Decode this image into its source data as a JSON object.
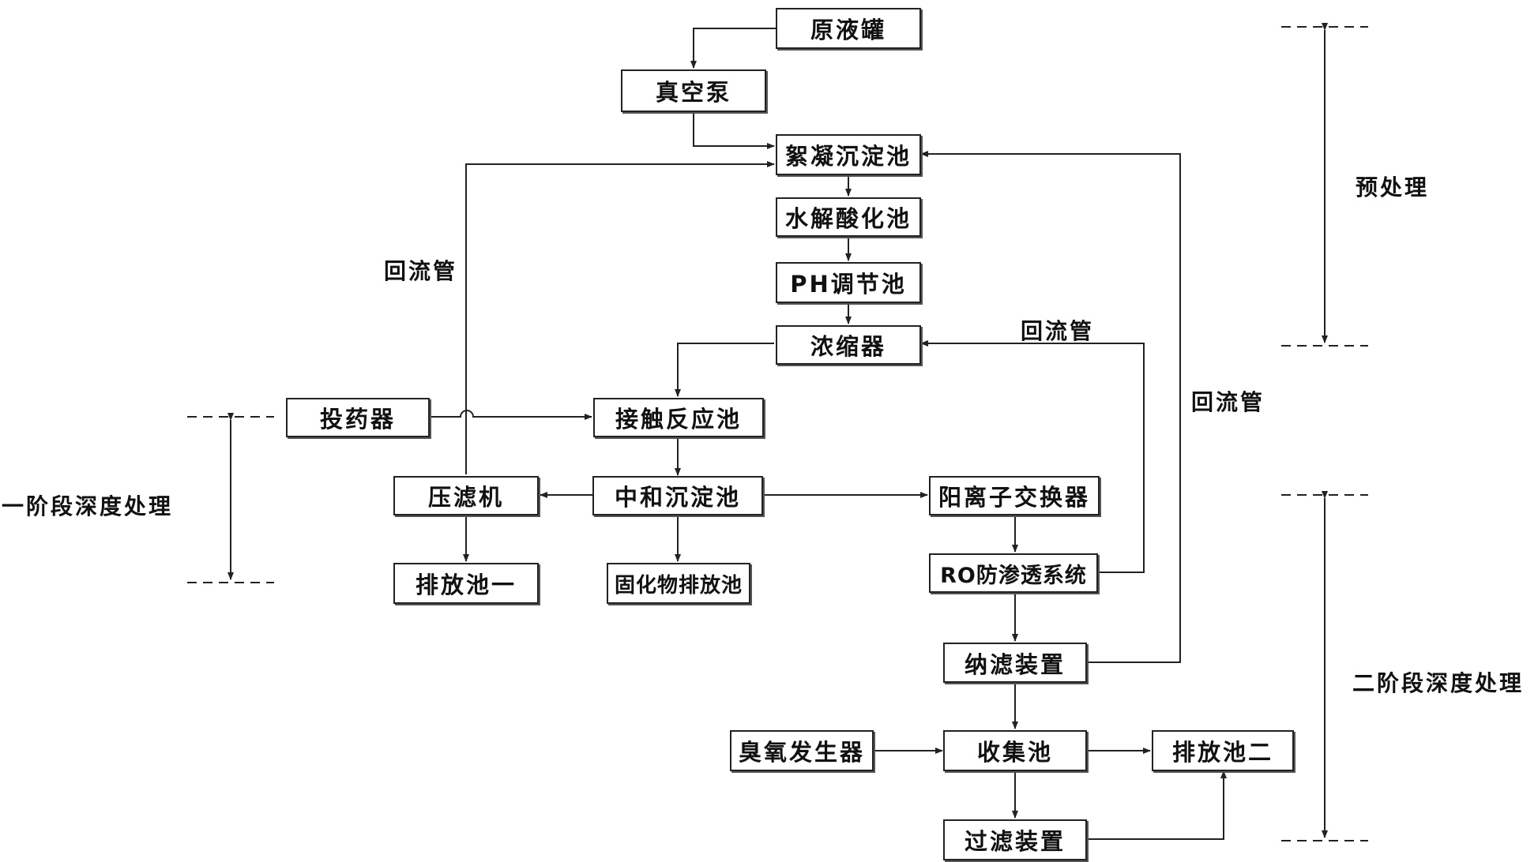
{
  "nodes": {
    "raw_tank": "原液罐",
    "vacuum_pump": "真空泵",
    "flocculation_tank": "絮凝沉淀池",
    "hydrolysis_tank": "水解酸化池",
    "ph_tank": "PH调节池",
    "concentrator": "浓缩器",
    "doser": "投药器",
    "contact_tank": "接触反应池",
    "filter_press": "压滤机",
    "neutral_tank": "中和沉淀池",
    "discharge_one": "排放池一",
    "solid_discharge": "固化物排放池",
    "cation_exchanger": "阳离子交换器",
    "ro_system": "RO防渗透系统",
    "nano_filter": "纳滤装置",
    "ozone_gen": "臭氧发生器",
    "collect_tank": "收集池",
    "discharge_two": "排放池二",
    "filter_device": "过滤装置"
  },
  "labels": {
    "return_pipe_left": "回流管",
    "return_pipe_mid": "回流管",
    "return_pipe_right": "回流管"
  },
  "stages": {
    "pretreatment": "预处理",
    "stage_one": "一阶段深度处理",
    "stage_two": "二阶段深度处理"
  }
}
